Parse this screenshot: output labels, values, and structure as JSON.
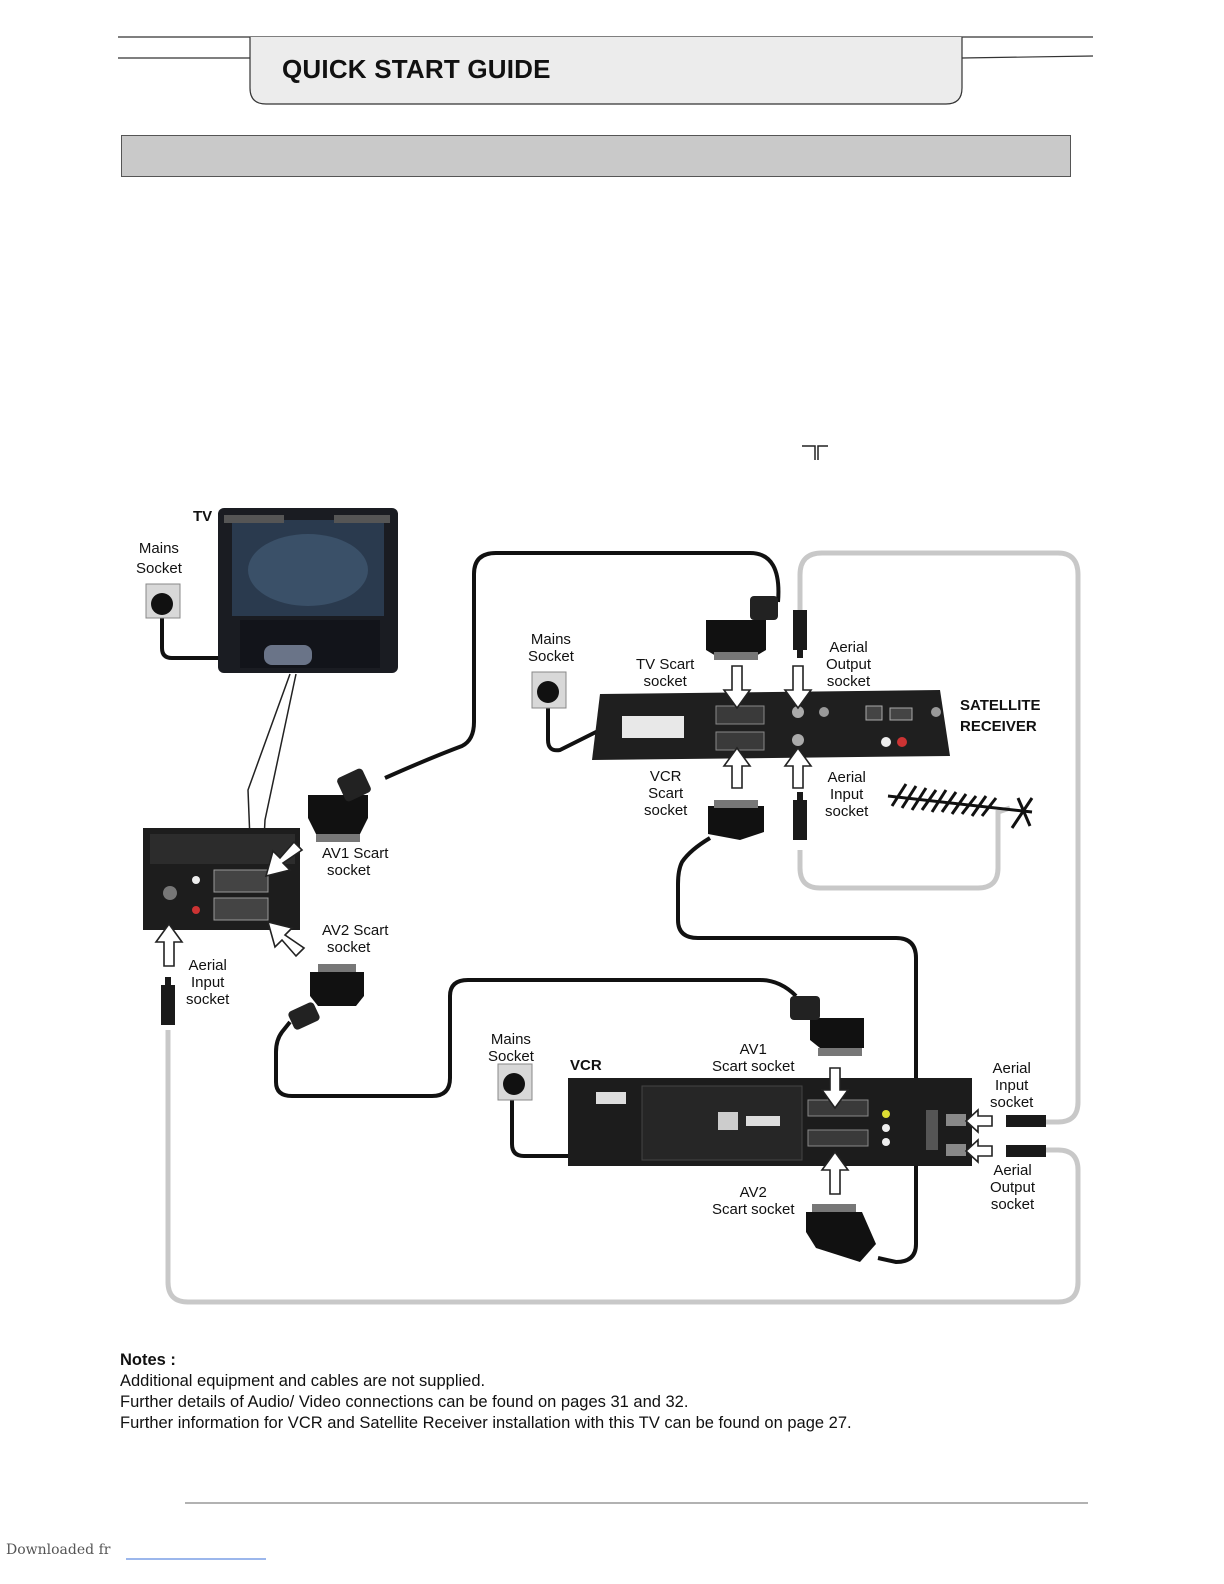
{
  "header": {
    "title": "QUICK START GUIDE"
  },
  "diagram": {
    "tv": {
      "name": "TV",
      "mains_label": [
        "Mains",
        "Socket"
      ]
    },
    "tv_back": {
      "av1_label": [
        "AV1 Scart",
        "socket"
      ],
      "av2_label": [
        "AV2 Scart",
        "socket"
      ],
      "aerial_input_label": [
        "Aerial",
        "Input",
        "socket"
      ]
    },
    "satellite": {
      "name": [
        "SATELLITE",
        "RECEIVER"
      ],
      "mains_label": [
        "Mains",
        "Socket"
      ],
      "tv_scart_label": [
        "TV Scart",
        "socket"
      ],
      "aerial_output_label": [
        "Aerial",
        "Output",
        "socket"
      ],
      "vcr_scart_label": [
        "VCR",
        "Scart",
        "socket"
      ],
      "aerial_input_label": [
        "Aerial",
        "Input",
        "socket"
      ]
    },
    "vcr": {
      "name": "VCR",
      "mains_label": [
        "Mains",
        "Socket"
      ],
      "av1_label": [
        "AV1",
        "Scart socket"
      ],
      "av2_label": [
        "AV2",
        "Scart socket"
      ],
      "aerial_input_label": [
        "Aerial",
        "Input",
        "socket"
      ],
      "aerial_output_label": [
        "Aerial",
        "Output",
        "socket"
      ]
    }
  },
  "notes": {
    "heading": "Notes :",
    "lines": [
      "Additional equipment and cables are not supplied.",
      "Further details of Audio/ Video connections can be found on pages 31 and 32.",
      "Further information for VCR and Satellite Receiver installation with this TV can be found on page 27."
    ]
  },
  "footer": {
    "text": "Downloaded fr"
  }
}
